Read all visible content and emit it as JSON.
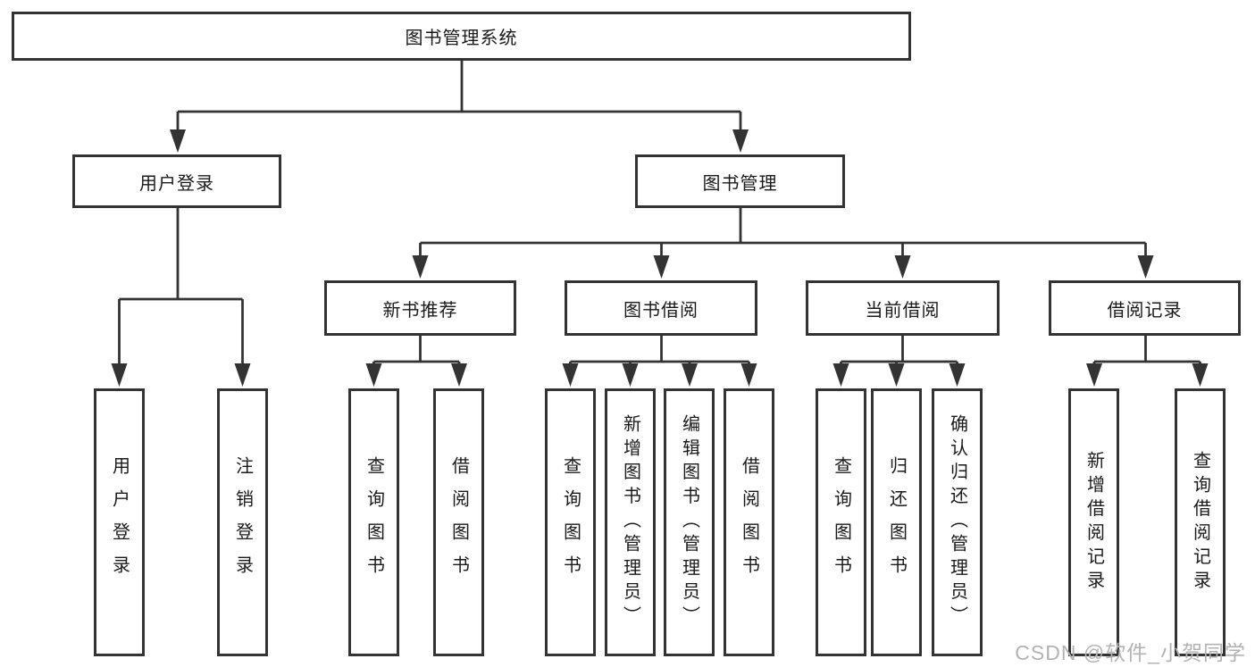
{
  "diagram": {
    "root": {
      "label": "图书管理系统"
    },
    "branches": [
      {
        "label": "用户登录",
        "leaves": [
          {
            "label": "用户登录"
          },
          {
            "label": "注销登录"
          }
        ]
      },
      {
        "label": "图书管理",
        "groups": [
          {
            "label": "新书推荐",
            "leaves": [
              {
                "label": "查询图书"
              },
              {
                "label": "借阅图书"
              }
            ]
          },
          {
            "label": "图书借阅",
            "leaves": [
              {
                "label": "查询图书"
              },
              {
                "label": "新增图书（管理员）"
              },
              {
                "label": "编辑图书（管理员）"
              },
              {
                "label": "借阅图书"
              }
            ]
          },
          {
            "label": "当前借阅",
            "leaves": [
              {
                "label": "查询图书"
              },
              {
                "label": "归还图书"
              },
              {
                "label": "确认归还（管理员）"
              }
            ]
          },
          {
            "label": "借阅记录",
            "leaves": [
              {
                "label": "新增借阅记录"
              },
              {
                "label": "查询借阅记录"
              }
            ]
          }
        ]
      }
    ]
  },
  "watermark": {
    "text": "CSDN @软件_小贺同学"
  },
  "colors": {
    "line": "#333333",
    "box_border": "#333333",
    "box_background": "#ffffff",
    "text": "#1a1a1a",
    "watermark": "#b3b3b3"
  }
}
